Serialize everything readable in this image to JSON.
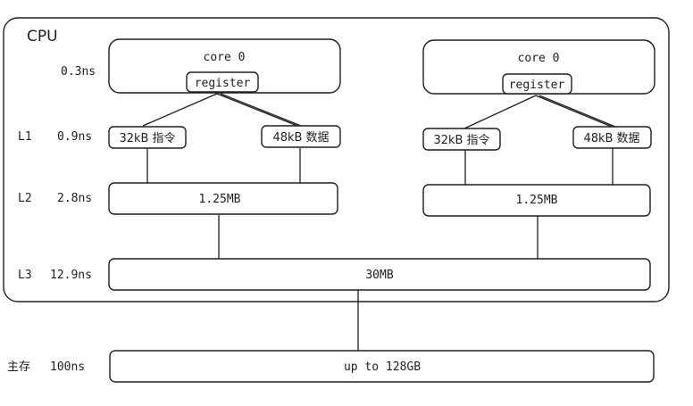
{
  "cpu_label": "CPU",
  "latency": {
    "register": "0.3ns",
    "l1": "0.9ns",
    "l2": "2.8ns",
    "l3": "12.9ns",
    "memory": "100ns"
  },
  "level_labels": {
    "l1": "L1",
    "l2": "L2",
    "l3": "L3",
    "memory": "主存"
  },
  "cores": [
    {
      "name": "core 0",
      "register": "register",
      "l1_instruction": "32kB 指令",
      "l1_data": "48kB 数据",
      "l2": "1.25MB"
    },
    {
      "name": "core 0",
      "register": "register",
      "l1_instruction": "32kB 指令",
      "l1_data": "48kB 数据",
      "l2": "1.25MB"
    }
  ],
  "l3": "30MB",
  "memory": "up to 128GB"
}
